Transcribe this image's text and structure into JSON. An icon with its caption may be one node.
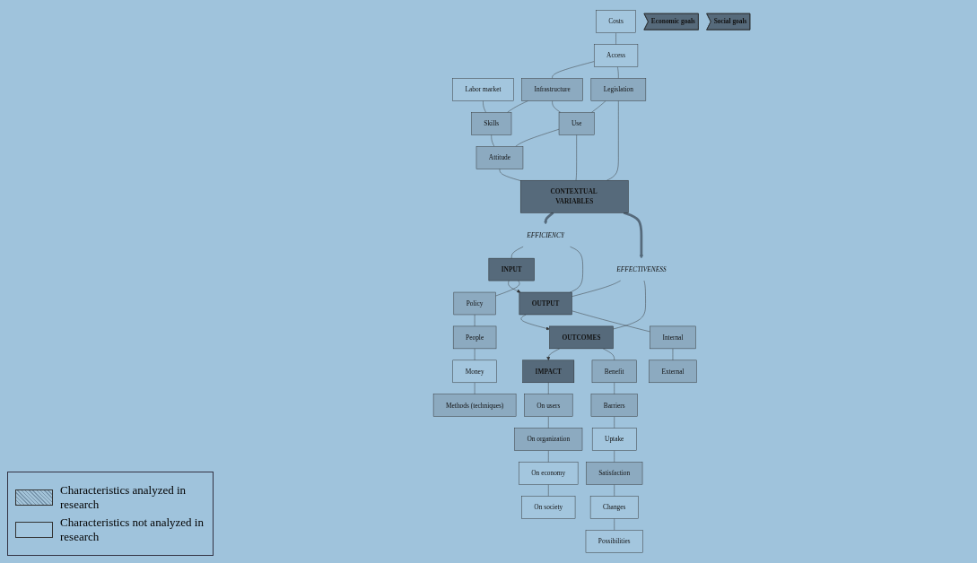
{
  "diagram": {
    "nodes": [
      {
        "text": [
          "Costs"
        ]
      },
      {
        "text": [
          "Labor market"
        ]
      },
      {
        "text": [
          "Access"
        ]
      },
      {
        "text": [
          "Infrastructure"
        ]
      },
      {
        "text": [
          "Skills"
        ]
      },
      {
        "text": [
          "Legislation"
        ]
      },
      {
        "text": [
          "Use"
        ]
      },
      {
        "text": [
          "Attitude"
        ]
      },
      {
        "text": [
          "CONTEXTUAL VARIABLES"
        ]
      },
      {
        "text": [
          "EFFICIENCY"
        ]
      },
      {
        "text": [
          "EFFECTIVENESS"
        ]
      },
      {
        "text": [
          "INPUT"
        ]
      },
      {
        "text": [
          "OUTPUT"
        ]
      },
      {
        "text": [
          "OUTCOMES"
        ]
      },
      {
        "text": [
          "IMPACT"
        ]
      },
      {
        "text": [
          "Economic goals"
        ]
      },
      {
        "text": [
          "Social goals"
        ]
      },
      {
        "text": [
          "Policy"
        ]
      },
      {
        "text": [
          "Internal"
        ]
      },
      {
        "text": [
          "Benefit"
        ]
      },
      {
        "text": [
          "On users"
        ]
      },
      {
        "text": [
          "People"
        ]
      },
      {
        "text": [
          "External"
        ]
      },
      {
        "text": [
          "Barriers"
        ]
      },
      {
        "text": [
          "On organization"
        ]
      },
      {
        "text": [
          "Money"
        ]
      },
      {
        "text": [
          "Uptake"
        ]
      },
      {
        "text": [
          "On economy"
        ]
      },
      {
        "text": [
          "Methods (techniques)"
        ]
      },
      {
        "text": [
          "Satisfaction"
        ]
      },
      {
        "text": [
          "On society"
        ]
      },
      {
        "text": [
          "Changes"
        ]
      },
      {
        "text": [
          "Possibilities"
        ]
      }
    ],
    "edges": [
      {
        "from": 0,
        "to": 2,
        "arrow": "none"
      },
      {
        "from": 1,
        "to": 4,
        "arrow": "none"
      },
      {
        "from": 2,
        "to": 3,
        "arrow": "none"
      },
      {
        "from": 3,
        "to": 4,
        "arrow": "none"
      },
      {
        "from": 2,
        "to": 5,
        "arrow": "none"
      },
      {
        "from": 3,
        "to": 6,
        "arrow": "none"
      },
      {
        "from": 4,
        "to": 7,
        "arrow": "none"
      },
      {
        "from": 5,
        "to": 6,
        "arrow": "none"
      },
      {
        "from": 6,
        "to": 7,
        "arrow": "none"
      },
      {
        "from": 5,
        "to": 8,
        "arrow": "none"
      },
      {
        "from": 6,
        "to": 8,
        "arrow": "none"
      },
      {
        "from": 7,
        "to": 8,
        "arrow": "none"
      },
      {
        "from": 8,
        "to": 9,
        "arrow": "to",
        "style": "thick",
        "color": "#566a7b"
      },
      {
        "from": 8,
        "to": 10,
        "arrow": "to",
        "style": "thick",
        "color": "#566a7b"
      },
      {
        "from": 9,
        "to": 11,
        "arrow": "none"
      },
      {
        "from": 9,
        "to": 12,
        "arrow": "none"
      },
      {
        "from": 10,
        "to": 12,
        "arrow": "none"
      },
      {
        "from": 10,
        "to": 13,
        "arrow": "none"
      },
      {
        "from": 11,
        "to": 12,
        "arrow": "to"
      },
      {
        "from": 12,
        "to": 13,
        "arrow": "to"
      },
      {
        "from": 13,
        "to": 14,
        "arrow": "to"
      },
      {
        "from": 11,
        "to": 17,
        "arrow": "none"
      },
      {
        "from": 17,
        "to": 21,
        "arrow": "none"
      },
      {
        "from": 21,
        "to": 25,
        "arrow": "none"
      },
      {
        "from": 25,
        "to": 28,
        "arrow": "none"
      },
      {
        "from": 12,
        "to": 18,
        "arrow": "none"
      },
      {
        "from": 18,
        "to": 22,
        "arrow": "none"
      },
      {
        "from": 13,
        "to": 19,
        "arrow": "none"
      },
      {
        "from": 19,
        "to": 23,
        "arrow": "none"
      },
      {
        "from": 23,
        "to": 26,
        "arrow": "none"
      },
      {
        "from": 26,
        "to": 29,
        "arrow": "none"
      },
      {
        "from": 29,
        "to": 31,
        "arrow": "none"
      },
      {
        "from": 31,
        "to": 32,
        "arrow": "none"
      },
      {
        "from": 14,
        "to": 20,
        "arrow": "none"
      },
      {
        "from": 20,
        "to": 24,
        "arrow": "none"
      },
      {
        "from": 24,
        "to": 27,
        "arrow": "none"
      },
      {
        "from": 27,
        "to": 30,
        "arrow": "none"
      }
    ],
    "legend": [
      {
        "text": "Characteristics analyzed in research"
      },
      {
        "text": "Characteristics not analyzed in research"
      }
    ]
  }
}
